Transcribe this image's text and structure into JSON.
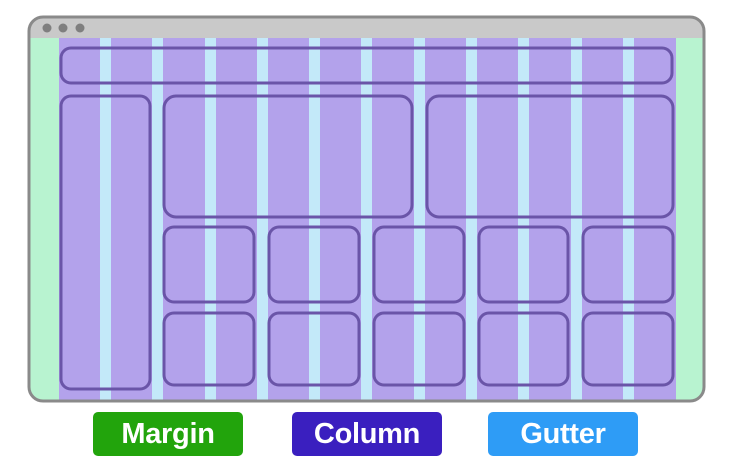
{
  "legend": {
    "margin_label": "Margin",
    "column_label": "Column",
    "gutter_label": "Gutter"
  },
  "colors": {
    "margin_fill": "#b8f3d0",
    "column_fill": "#b3a2eb",
    "gutter_fill": "#c3e9f9",
    "block_stroke": "#6a55a8",
    "window_border": "#8a8a8a",
    "titlebar_fill": "#c9c9c9",
    "window_dot": "#7f7f7f",
    "legend_margin_bg": "#22a40c",
    "legend_column_bg": "#3a1fbf",
    "legend_gutter_bg": "#2e9cf6"
  },
  "grid": {
    "columns": 12,
    "window_dots": 3
  }
}
